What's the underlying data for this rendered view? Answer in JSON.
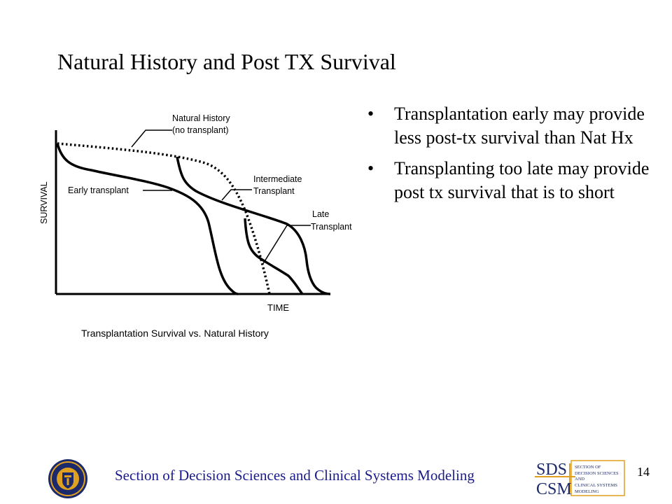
{
  "slide": {
    "title": "Natural History and Post TX Survival",
    "footer": "Section of Decision Sciences and Clinical Systems Modeling",
    "page_number": "14"
  },
  "diagram": {
    "caption": "Transplantation Survival vs. Natural History",
    "y_axis_label": "SURVIVAL",
    "x_axis_label": "TIME",
    "labels": {
      "natural_history_line1": "Natural History",
      "natural_history_line2": "(no transplant)",
      "intermediate_line1": "Intermediate",
      "intermediate_line2": "Transplant",
      "late_line1": "Late",
      "late_line2": "Transplant",
      "early": "Early transplant"
    }
  },
  "bullets": [
    {
      "marker": "•",
      "text": "Transplantation early may provide less post-tx survival than Nat Hx"
    },
    {
      "marker": "•",
      "text": "Transplanting too late may provide post tx survival that is to short"
    }
  ],
  "logos": {
    "university_seal": "university-seal",
    "sds_text": "SDS",
    "csm_text": "CSM",
    "sds_side_lines": [
      "SECTION OF",
      "DECISION SCIENCES",
      "AND",
      "CLINICAL SYSTEMS",
      "MODELING"
    ]
  },
  "colors": {
    "footer_text": "#1a1a8c",
    "logo_navy": "#1c2a6b",
    "logo_gold": "#e0a020",
    "curve": "#000000"
  }
}
